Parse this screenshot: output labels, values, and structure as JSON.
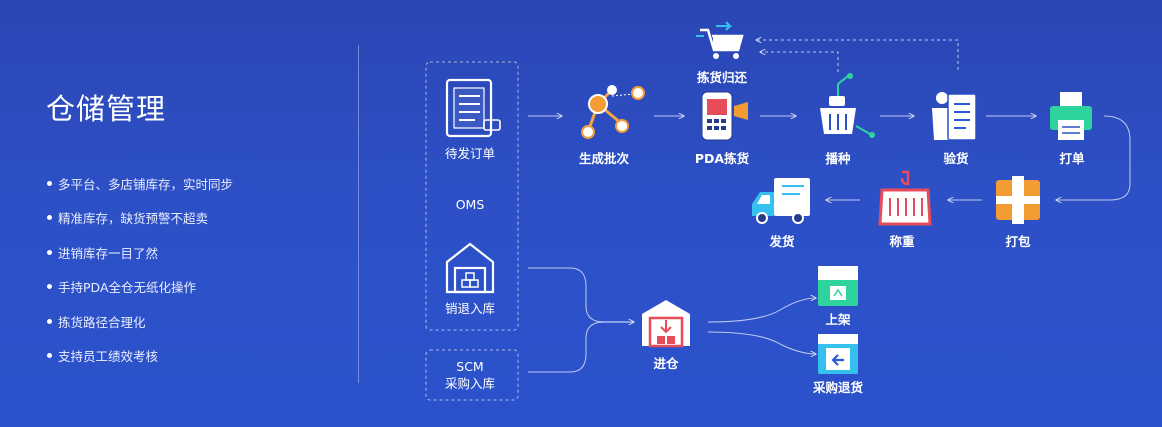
{
  "title": "仓储管理",
  "features": [
    "多平台、多店铺库存，实时同步",
    "精准库存，缺货预警不超卖",
    "进销库存一目了然",
    "手持PDA全仓无纸化操作",
    "拣货路径合理化",
    "支持员工绩效考核"
  ],
  "oms_panel": {
    "pending_orders": "待发订单",
    "oms": "OMS",
    "return_stock_in": "销退入库"
  },
  "scm_panel": {
    "scm": "SCM",
    "purchase_in": "采购入库"
  },
  "flow": {
    "batch": "生成批次",
    "pda_picking": "PDA拣货",
    "sowing": "播种",
    "inspection": "验货",
    "print_doc": "打单",
    "pick_return": "拣货归还",
    "packing": "打包",
    "weighing": "称重",
    "shipping": "发货",
    "warehouse_in": "进仓",
    "shelving": "上架",
    "purchase_return": "采购退货"
  }
}
